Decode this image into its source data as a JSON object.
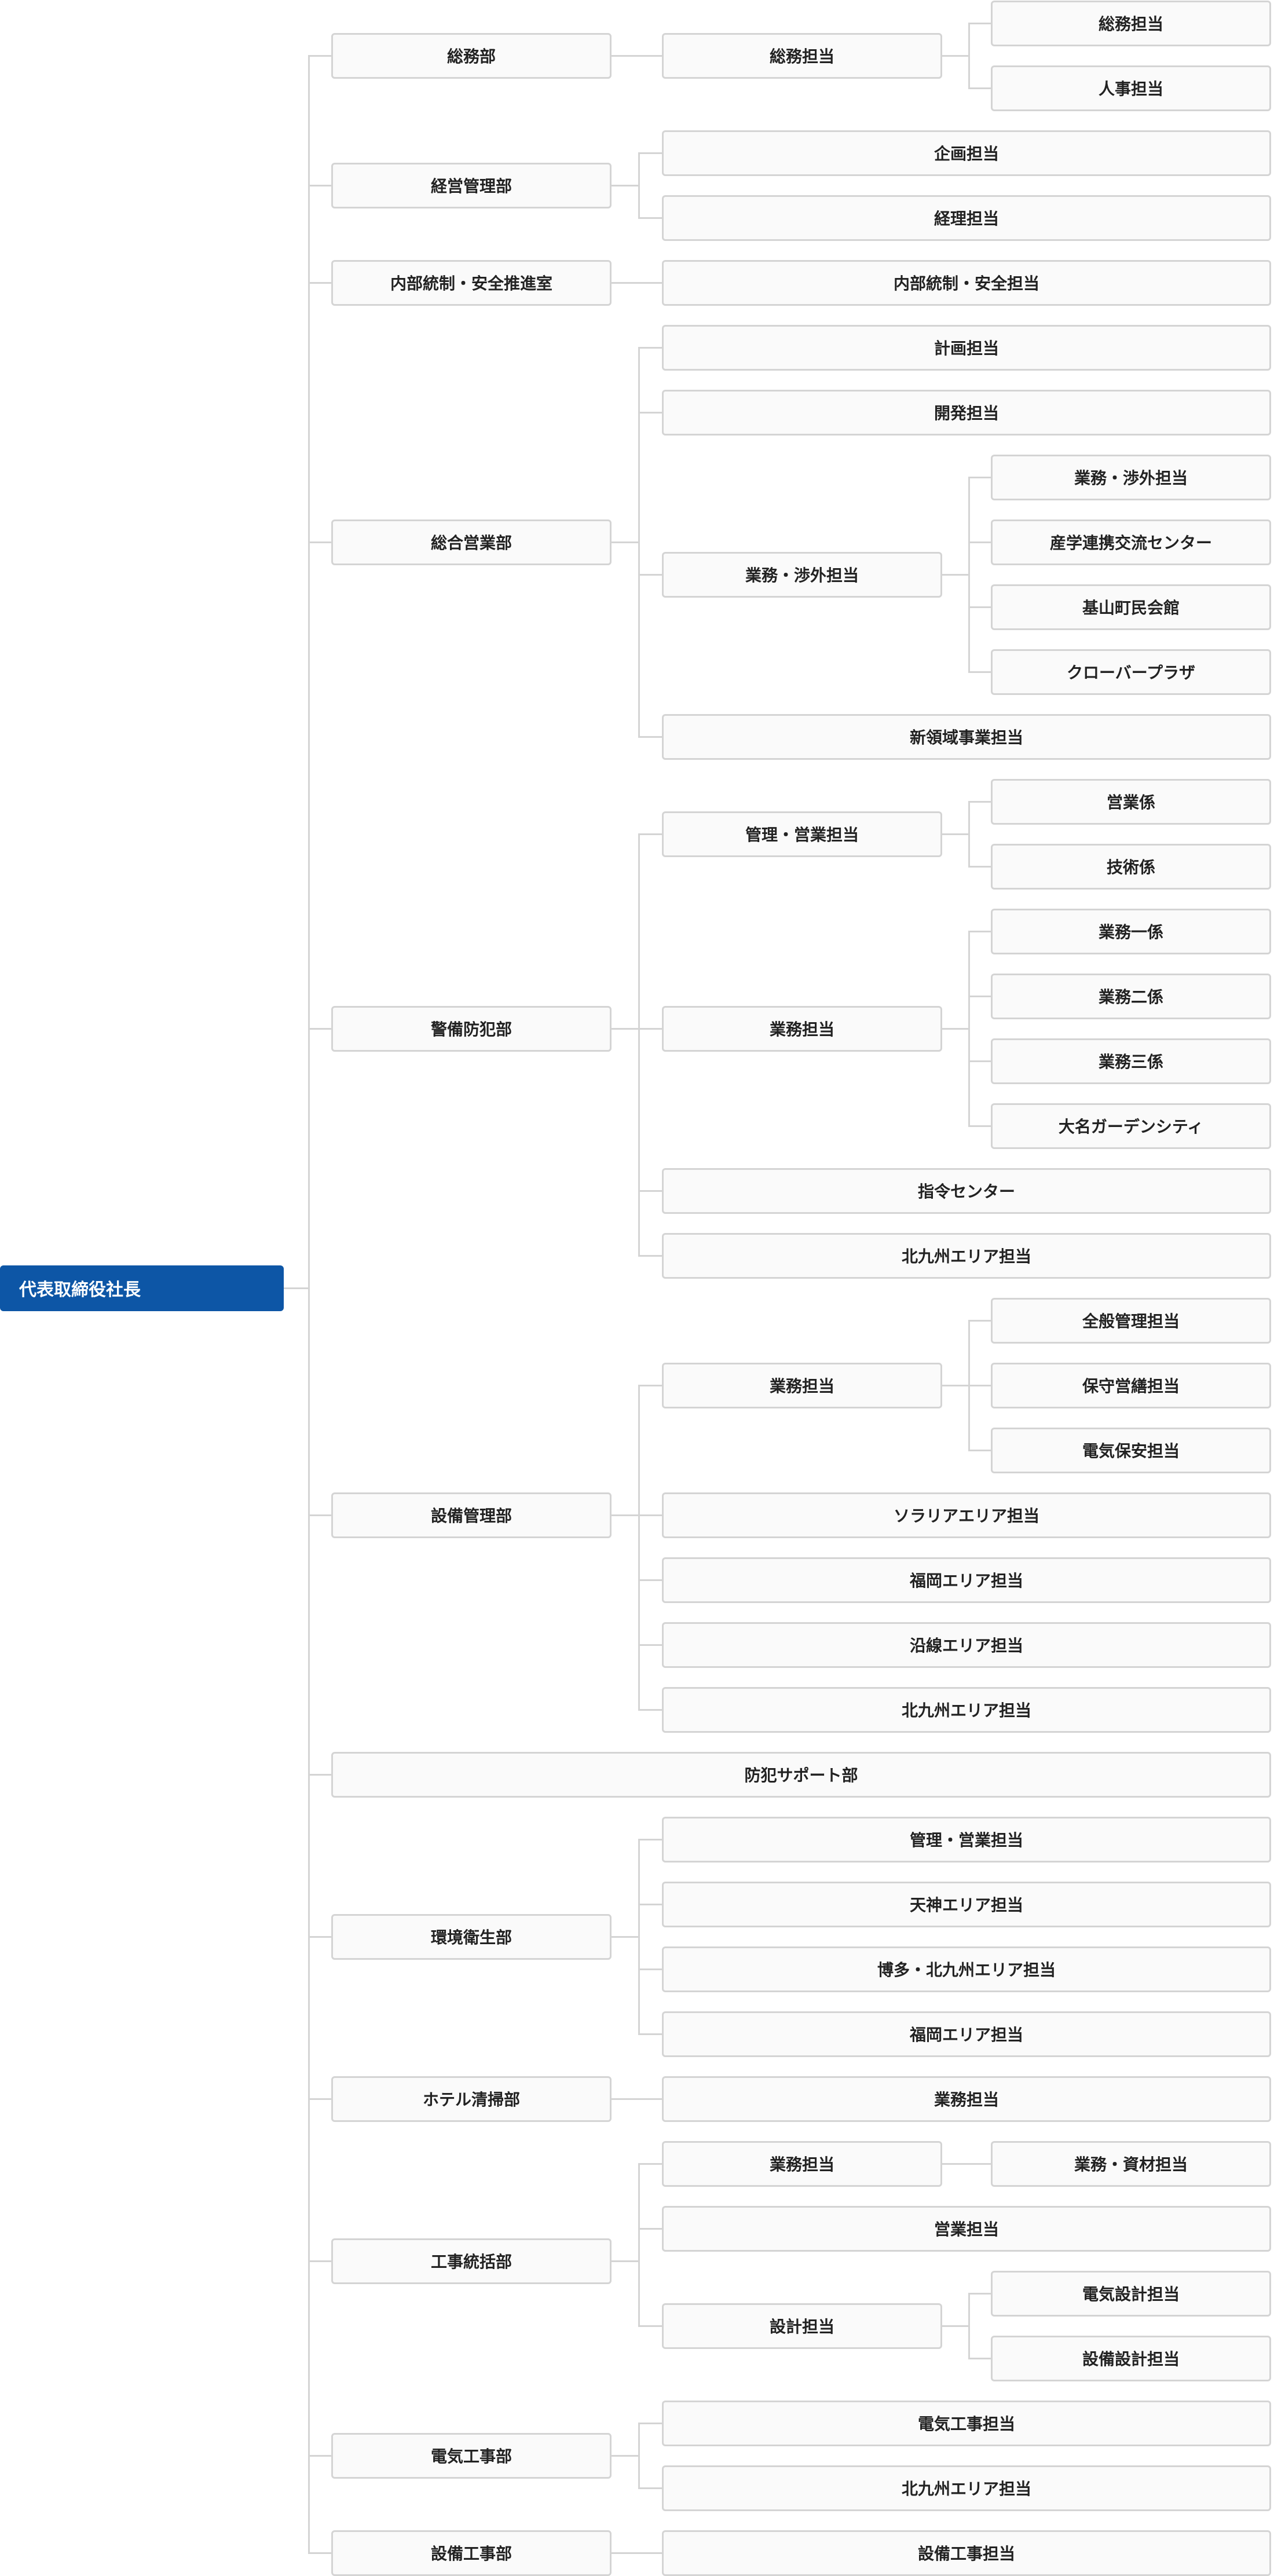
{
  "org": {
    "label": "代表取締役社長",
    "color": "#0d56a6",
    "children": [
      {
        "label": "総務部",
        "children": [
          {
            "label": "総務担当",
            "children": [
              {
                "label": "総務担当"
              },
              {
                "label": "人事担当"
              }
            ]
          }
        ]
      },
      {
        "label": "経営管理部",
        "children": [
          {
            "label": "企画担当"
          },
          {
            "label": "経理担当"
          }
        ]
      },
      {
        "label": "内部統制・安全推進室",
        "children": [
          {
            "label": "内部統制・安全担当"
          }
        ]
      },
      {
        "label": "総合営業部",
        "children": [
          {
            "label": "計画担当"
          },
          {
            "label": "開発担当"
          },
          {
            "label": "業務・渉外担当",
            "children": [
              {
                "label": "業務・渉外担当"
              },
              {
                "label": "産学連携交流センター"
              },
              {
                "label": "基山町民会館"
              },
              {
                "label": "クローバープラザ"
              }
            ]
          },
          {
            "label": "新領域事業担当"
          }
        ]
      },
      {
        "label": "警備防犯部",
        "children": [
          {
            "label": "管理・営業担当",
            "children": [
              {
                "label": "営業係"
              },
              {
                "label": "技術係"
              }
            ]
          },
          {
            "label": "業務担当",
            "children": [
              {
                "label": "業務一係"
              },
              {
                "label": "業務二係"
              },
              {
                "label": "業務三係"
              },
              {
                "label": "大名ガーデンシティ"
              }
            ]
          },
          {
            "label": "指令センター"
          },
          {
            "label": "北九州エリア担当"
          }
        ]
      },
      {
        "label": "設備管理部",
        "children": [
          {
            "label": "業務担当",
            "children": [
              {
                "label": "全般管理担当"
              },
              {
                "label": "保守営繕担当"
              },
              {
                "label": "電気保安担当"
              }
            ]
          },
          {
            "label": "ソラリアエリア担当"
          },
          {
            "label": "福岡エリア担当"
          },
          {
            "label": "沿線エリア担当"
          },
          {
            "label": "北九州エリア担当"
          }
        ]
      },
      {
        "label": "防犯サポート部"
      },
      {
        "label": "環境衛生部",
        "children": [
          {
            "label": "管理・営業担当"
          },
          {
            "label": "天神エリア担当"
          },
          {
            "label": "博多・北九州エリア担当"
          },
          {
            "label": "福岡エリア担当"
          }
        ]
      },
      {
        "label": "ホテル清掃部",
        "children": [
          {
            "label": "業務担当"
          }
        ]
      },
      {
        "label": "工事統括部",
        "children": [
          {
            "label": "業務担当",
            "children": [
              {
                "label": "業務・資材担当"
              }
            ]
          },
          {
            "label": "営業担当"
          },
          {
            "label": "設計担当",
            "children": [
              {
                "label": "電気設計担当"
              },
              {
                "label": "設備設計担当"
              }
            ]
          }
        ]
      },
      {
        "label": "電気工事部",
        "children": [
          {
            "label": "電気工事担当"
          },
          {
            "label": "北九州エリア担当"
          }
        ]
      },
      {
        "label": "設備工事部",
        "children": [
          {
            "label": "設備工事担当"
          }
        ]
      }
    ]
  }
}
